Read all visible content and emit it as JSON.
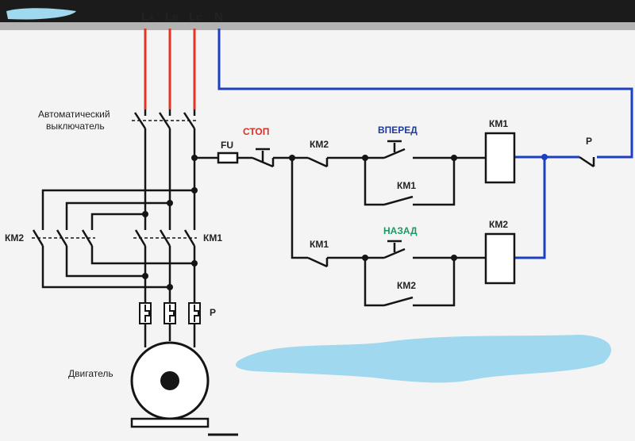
{
  "diagram": {
    "phases": [
      {
        "main": "L",
        "sub": "A"
      },
      {
        "main": "L",
        "sub": "B"
      },
      {
        "main": "L",
        "sub": "C"
      }
    ],
    "neutral": "N",
    "breaker_label_line1": "Автоматический",
    "breaker_label_line2": "выключатель",
    "fuse": "FU",
    "stop": "СТОП",
    "forward": "ВПЕРЕД",
    "back": "НАЗАД",
    "contacts": {
      "km2_power": "КМ2",
      "km1_power": "КМ1",
      "km2_interlock": "КМ2",
      "km1_interlock": "КМ1",
      "km1_hold": "КМ1",
      "km2_hold": "КМ2",
      "km1_coil": "КМ1",
      "km2_coil": "КМ2"
    },
    "relay_contact": "P",
    "thermal_relay": "P",
    "motor": "Двигатель"
  },
  "colors": {
    "phase_wire": "#e53222",
    "neutral_wire": "#1e3fbf",
    "stop_text": "#d93025",
    "forward_text": "#1e3a9e",
    "back_text": "#1a9a62",
    "wire": "#151515",
    "redaction": "#9fd8ef"
  }
}
